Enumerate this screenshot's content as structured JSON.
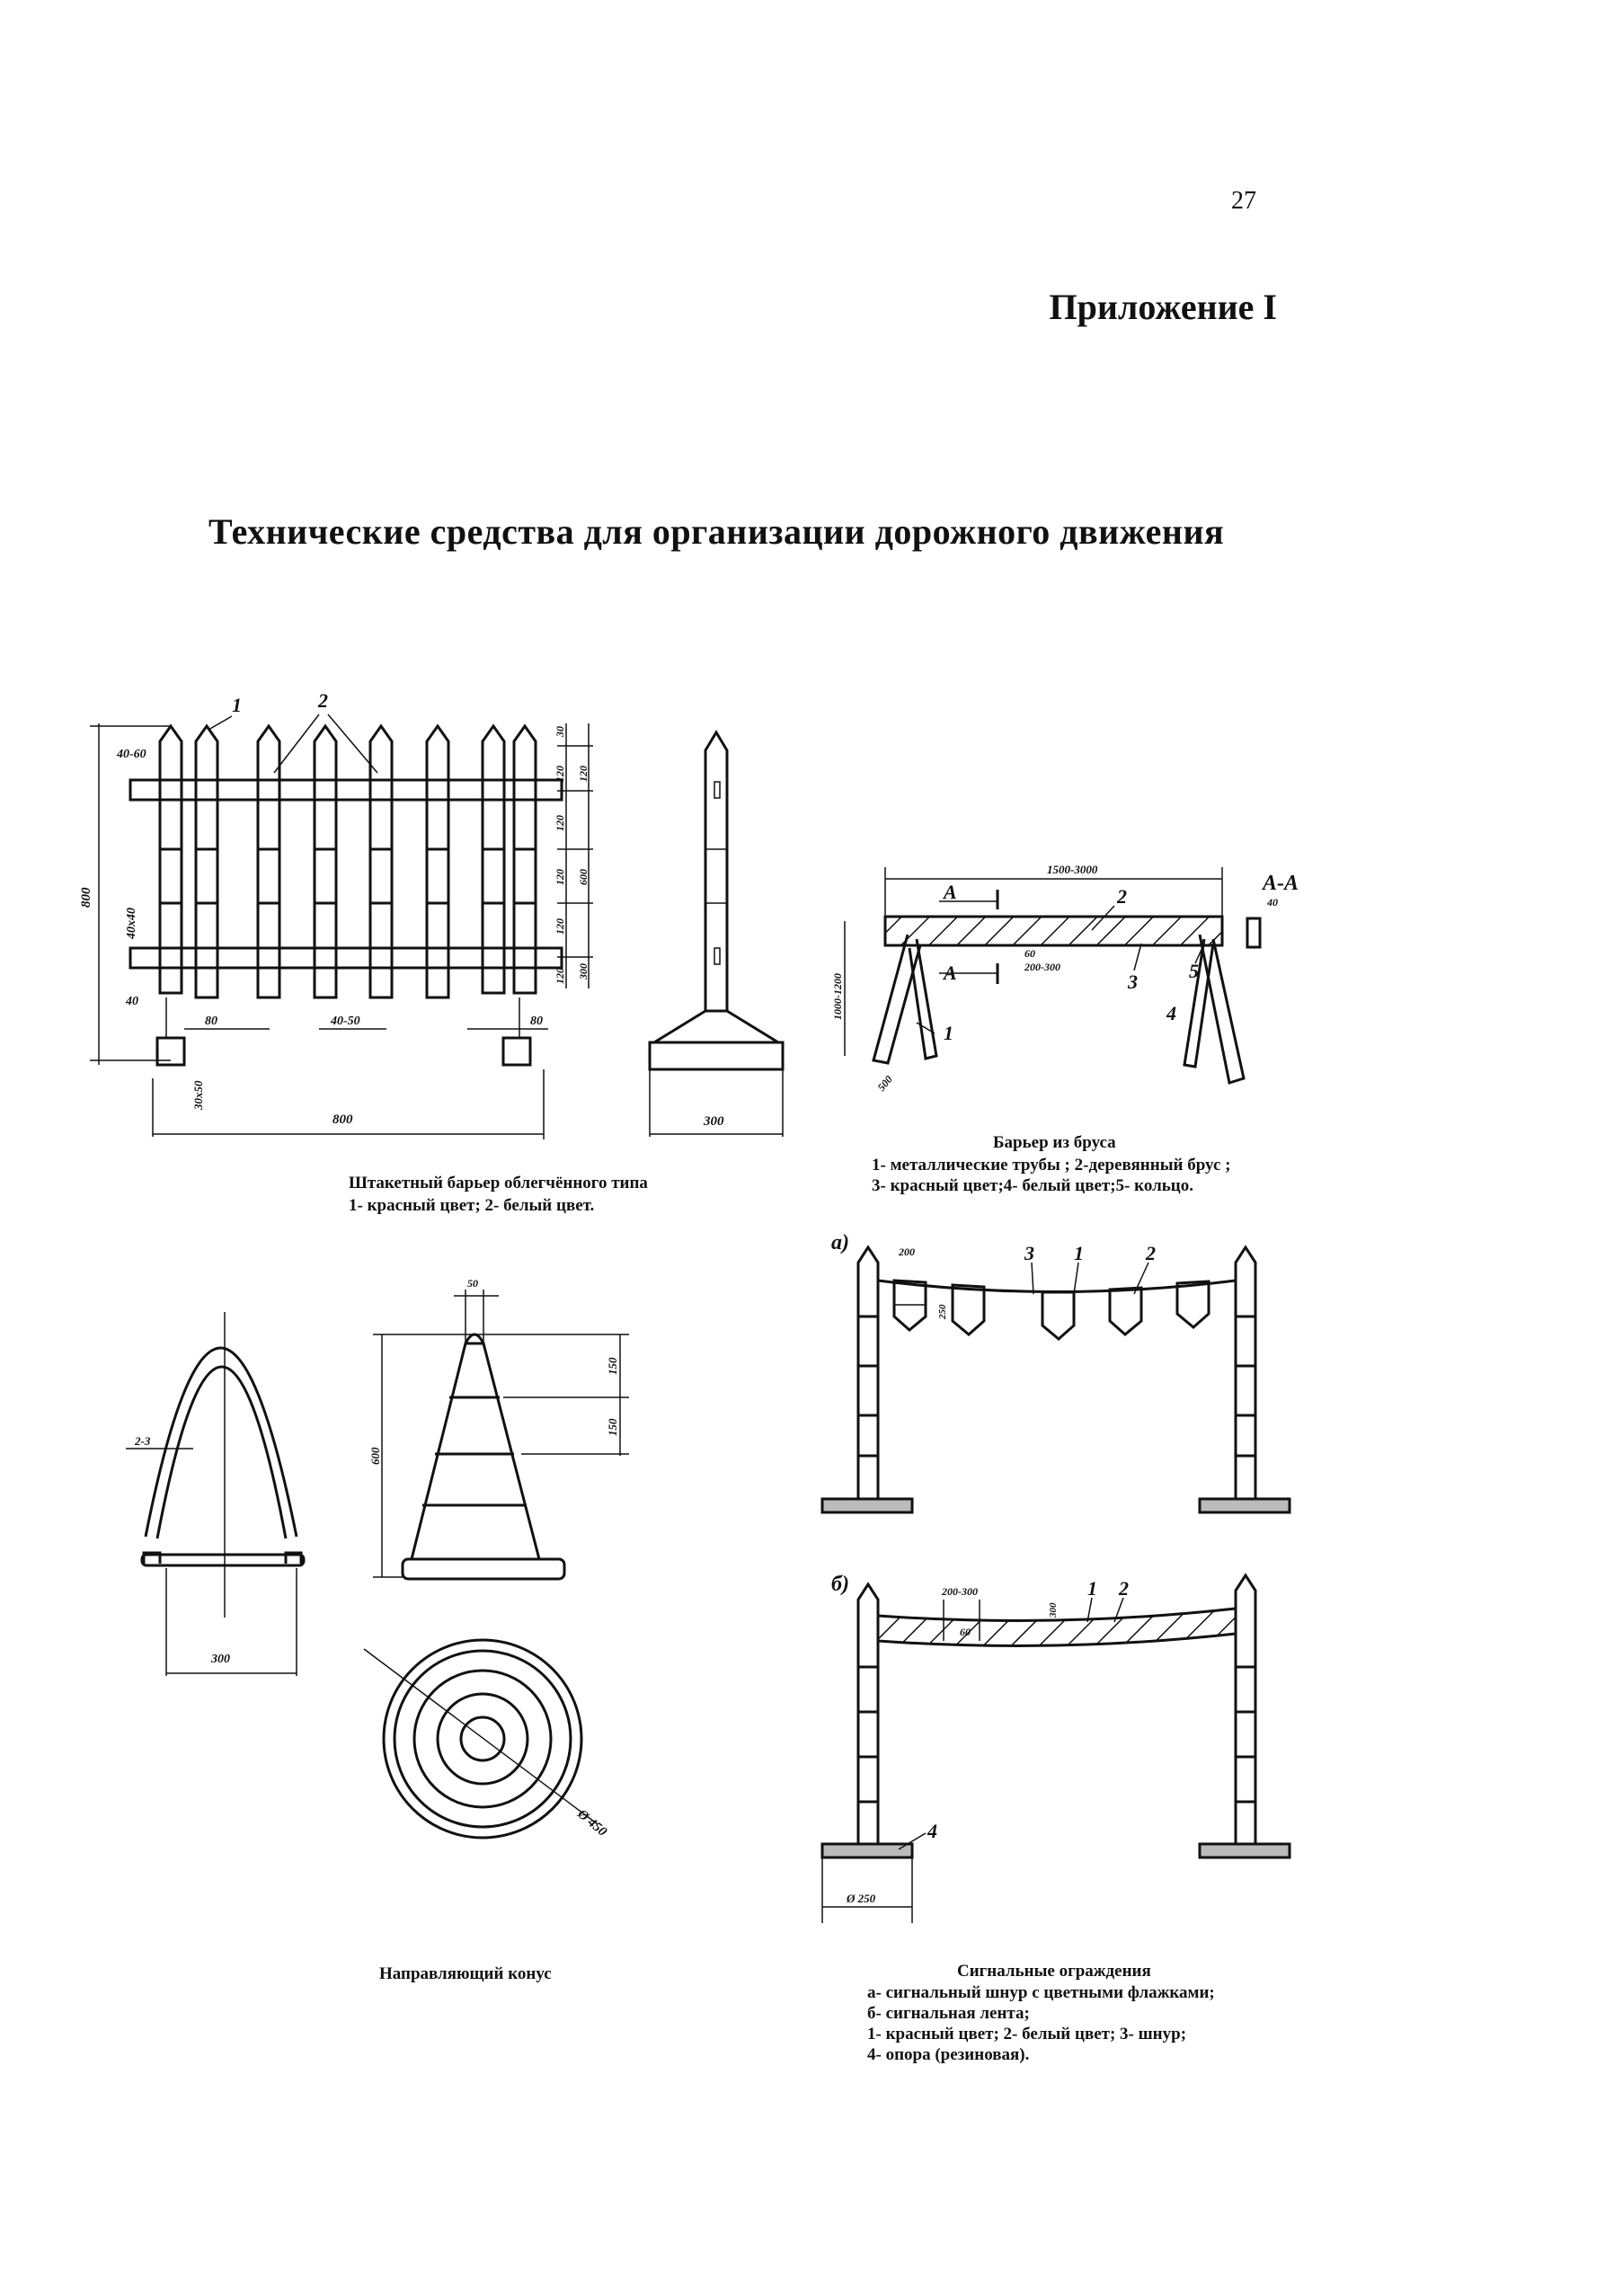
{
  "page": {
    "number": "27",
    "appendix": "Приложение I",
    "title": "Технические средства для организации дорожного движения"
  },
  "fence": {
    "caption_line1": "Штакетный барьер облегчённого типа",
    "caption_line2": "1- красный цвет; 2- белый цвет.",
    "callouts": [
      "1",
      "2"
    ],
    "dims": {
      "width": "800",
      "height": "800",
      "top": "30",
      "slat": "40-60",
      "seg": "120",
      "middle": "600",
      "bottom": "300",
      "rail": "40x40",
      "gap": "40-50",
      "post": "40",
      "base": "30x50",
      "foot": "300",
      "end": "80"
    }
  },
  "beam_barrier": {
    "caption_title": "Барьер из бруса",
    "caption_line1": "1- металлические трубы ; 2-деревянный брус ;",
    "caption_line2": "3- красный цвет;4- белый цвет;5- кольцо.",
    "section_label": "А-А",
    "section_mark": "А",
    "callouts": [
      "1",
      "2",
      "3",
      "4",
      "5"
    ],
    "dims": {
      "length": "1500-3000",
      "height": "1000-1200",
      "section": "40",
      "beam": "200-300",
      "stripe": "60",
      "pipe": "500"
    }
  },
  "cone": {
    "caption": "Направляющий конус",
    "dims": {
      "top": "50",
      "height": "600",
      "band1": "150",
      "band2": "150",
      "base": "300",
      "wall": "2-3",
      "diameter": "Ø 450"
    }
  },
  "signal": {
    "label_a": "а)",
    "label_b": "б)",
    "callouts_a": [
      "3",
      "1",
      "2"
    ],
    "callouts_b": [
      "1",
      "2",
      "4"
    ],
    "dims": {
      "flag": "200",
      "flag_h": "250",
      "tape": "200-300",
      "tape_h": "60",
      "tape_w": "300",
      "base": "Ø 250"
    },
    "caption_title": "Сигнальные ограждения",
    "caption_line1": "а- сигнальный шнур с цветными флажками;",
    "caption_line2": "б- сигнальная лента;",
    "caption_line3": "1- красный цвет; 2- белый цвет; 3- шнур;",
    "caption_line4": "4- опора (резиновая)."
  }
}
